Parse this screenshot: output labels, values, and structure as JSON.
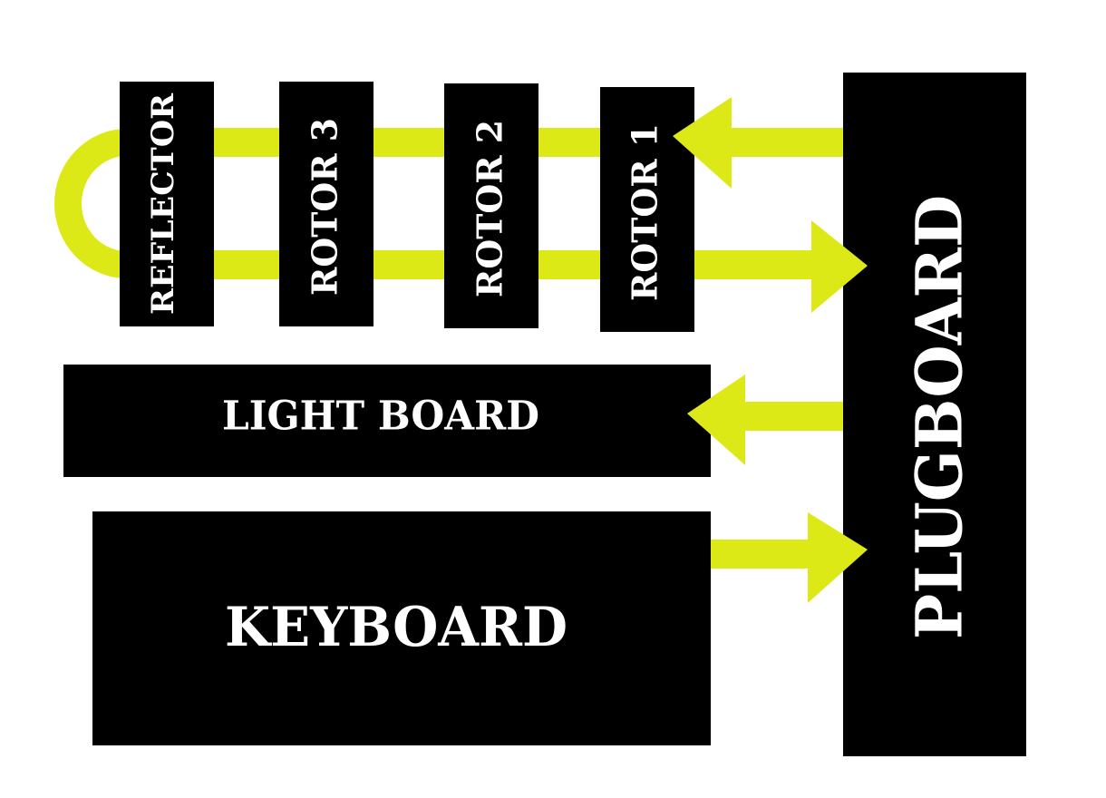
{
  "colors": {
    "accent": "#dde817",
    "block": "#000000",
    "label": "#ffffff",
    "background": "#ffffff"
  },
  "blocks": {
    "reflector": "REFLECTOR",
    "rotor3": "ROTOR 3",
    "rotor2": "ROTOR 2",
    "rotor1": "ROTOR 1",
    "plugboard": "PLUGBOARD",
    "lightboard": "LIGHT BOARD",
    "keyboard": "KEYBOARD"
  }
}
